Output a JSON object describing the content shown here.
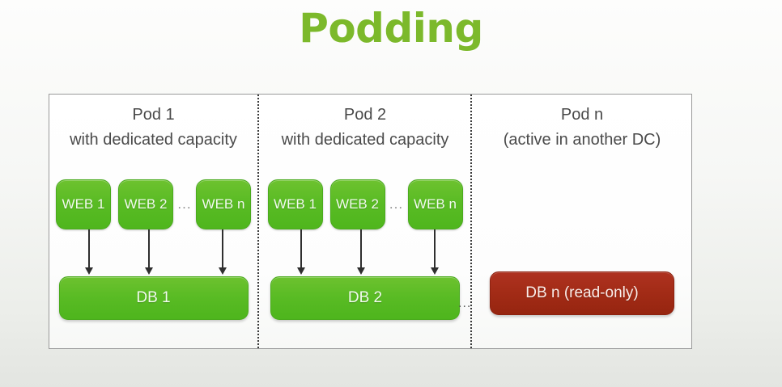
{
  "slide": {
    "title": "Podding",
    "title_color": "#7cb92b",
    "background_color": "#f2f3f1"
  },
  "diagram": {
    "frame_border_color": "#9a9a9a",
    "divider_style": "dotted",
    "green_color": "#59bb24",
    "red_color": "#a22b16",
    "db_link_ellipsis": "...",
    "pods": [
      {
        "id": "pod-1",
        "title": "Pod 1",
        "subtitle": "with dedicated capacity",
        "web_nodes": [
          "WEB 1",
          "WEB 2",
          "WEB n"
        ],
        "web_ellipsis": "...",
        "db": {
          "label": "DB 1",
          "state": "primary",
          "color": "#59bb24"
        }
      },
      {
        "id": "pod-2",
        "title": "Pod 2",
        "subtitle": "with dedicated capacity",
        "web_nodes": [
          "WEB 1",
          "WEB 2",
          "WEB n"
        ],
        "web_ellipsis": "...",
        "db": {
          "label": "DB 2",
          "state": "primary",
          "color": "#59bb24"
        }
      },
      {
        "id": "pod-n",
        "title": "Pod n",
        "subtitle": "(active in another DC)",
        "web_nodes": [],
        "web_ellipsis": "",
        "db": {
          "label": "DB n (read-only)",
          "state": "read-only",
          "color": "#a22b16"
        }
      }
    ]
  }
}
